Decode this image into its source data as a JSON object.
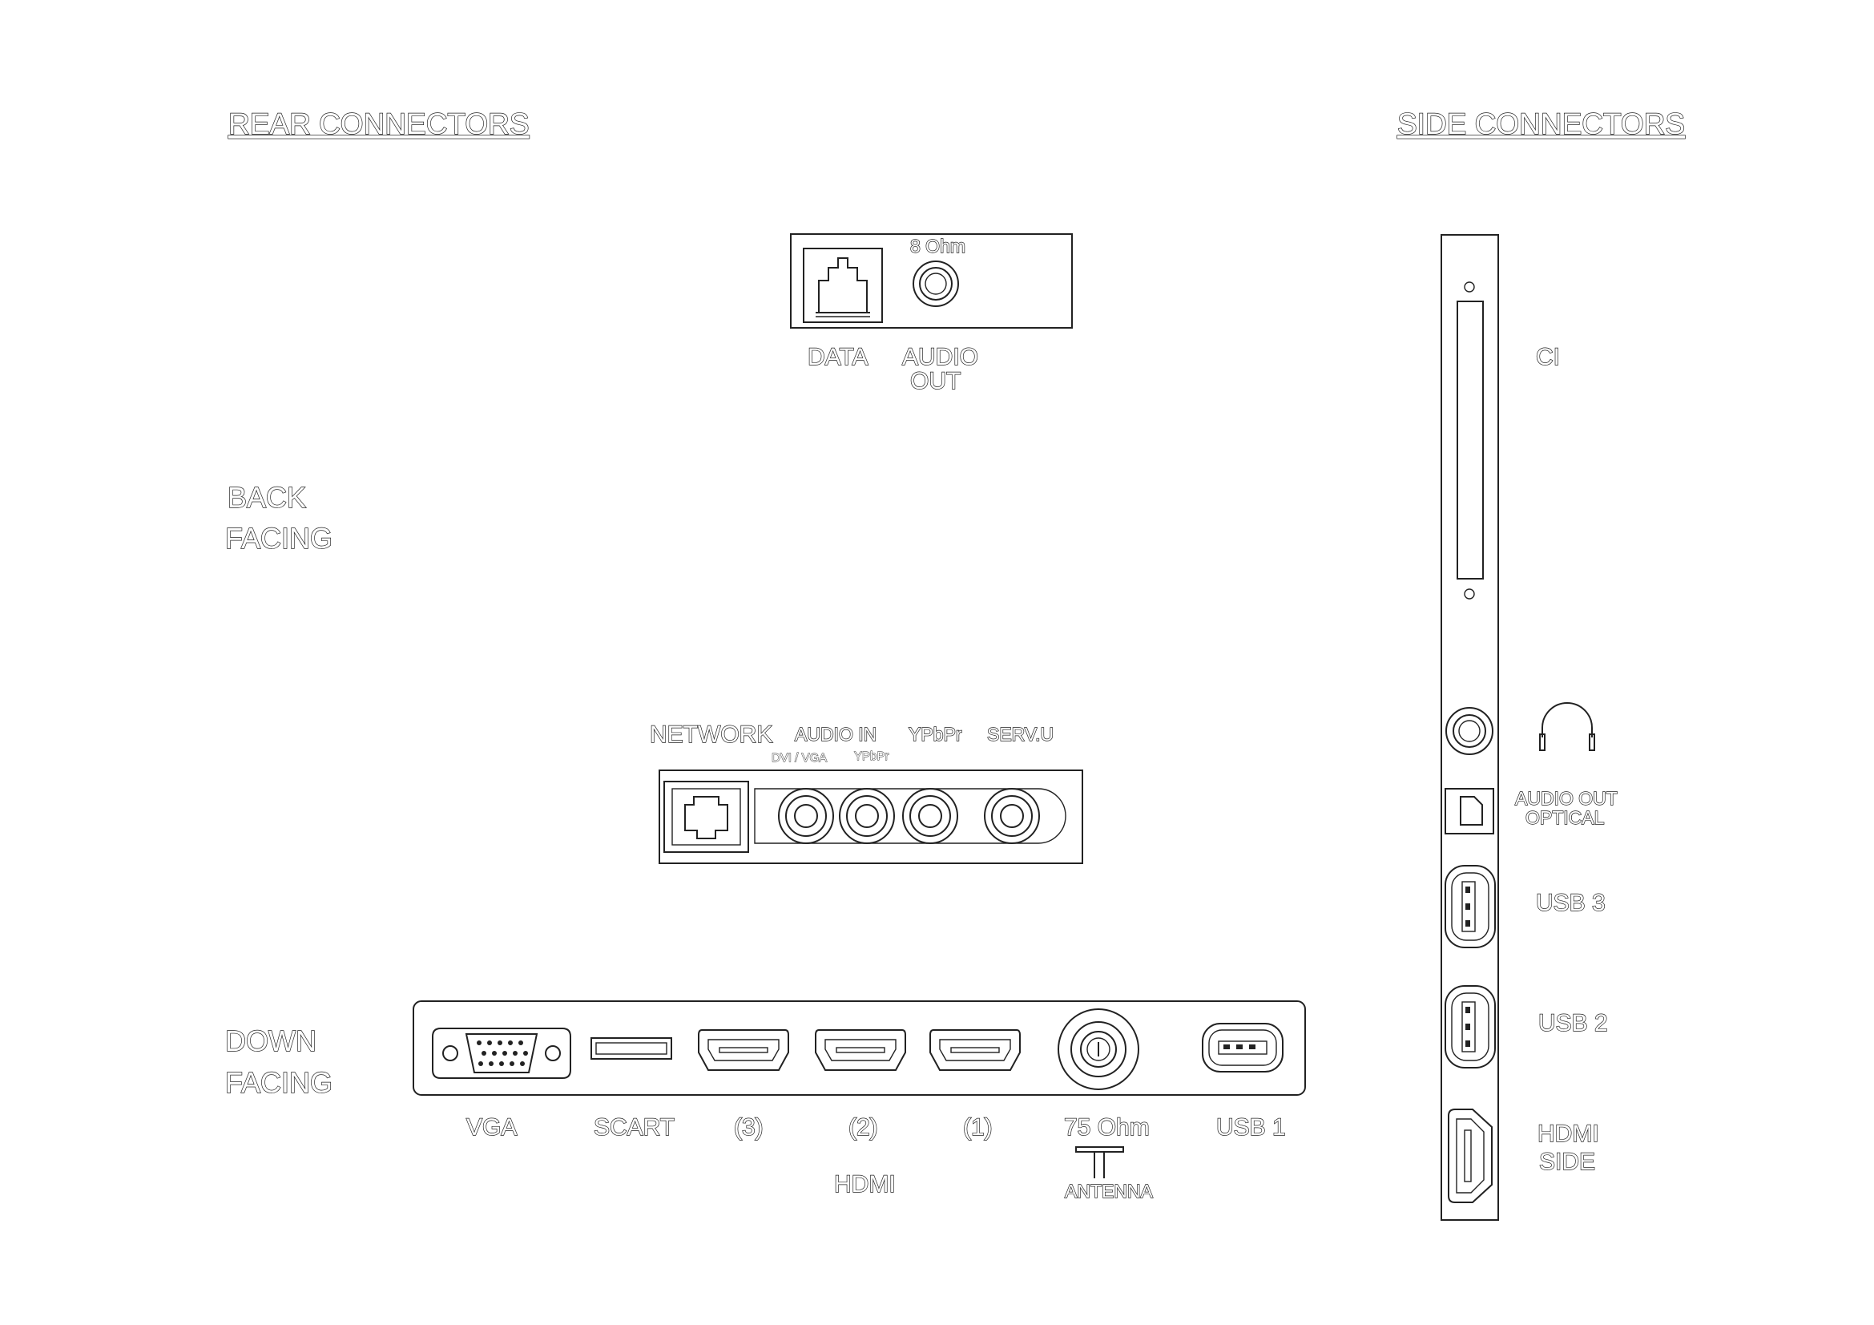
{
  "titles": {
    "rear": "REAR CONNECTORS",
    "side": "SIDE CONNECTORS"
  },
  "groups": {
    "back_line1": "BACK",
    "back_line2": "FACING",
    "down_line1": "DOWN",
    "down_line2": "FACING"
  },
  "top_panel": {
    "ohm": "8 Ohm",
    "data": "DATA",
    "audio_out_line1": "AUDIO",
    "audio_out_line2": "OUT"
  },
  "back_panel": {
    "network": "NETWORK",
    "audio_in": "AUDIO IN",
    "dvi_vga": "DVI / VGA",
    "ypbpr_small": "YPbPr",
    "ypbpr": "YPbPr",
    "serv_u": "SERV.U"
  },
  "down_panel": {
    "vga": "VGA",
    "scart": "SCART",
    "hdmi3": "(3)",
    "hdmi2": "(2)",
    "hdmi1": "(1)",
    "ohm75": "75 Ohm",
    "usb1": "USB 1",
    "hdmi": "HDMI",
    "antenna": "ANTENNA"
  },
  "side_panel": {
    "ci": "CI",
    "audio_out_optical_line1": "AUDIO OUT",
    "audio_out_optical_line2": "OPTICAL",
    "usb3": "USB 3",
    "usb2": "USB 2",
    "hdmi_side_line1": "HDMI",
    "hdmi_side_line2": "SIDE"
  },
  "icons": [
    "rj11-data-icon",
    "jack-icon",
    "rj45-network-icon",
    "rca-icon",
    "vga-icon",
    "scart-icon",
    "hdmi-icon",
    "antenna-coax-icon",
    "usb-icon",
    "headphones-icon",
    "optical-icon",
    "ci-slot-icon"
  ]
}
